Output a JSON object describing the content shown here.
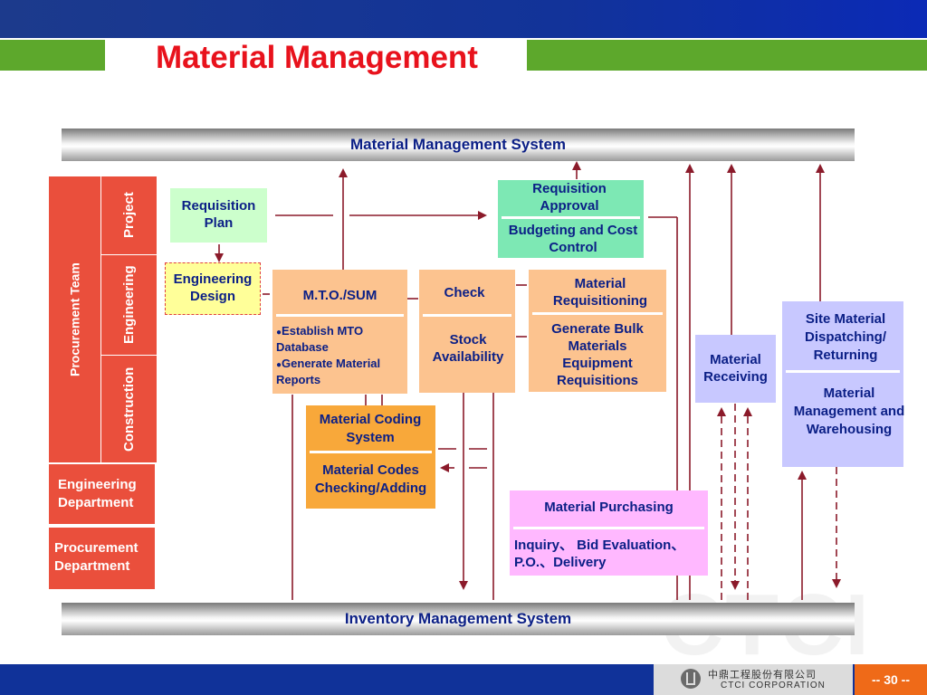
{
  "slide": {
    "title": "Material Management",
    "page_number": "-- 30 --",
    "watermark": "CTCI"
  },
  "bands": {
    "top": "Material Management System",
    "bottom": "Inventory Management System"
  },
  "org": {
    "procurement_team": "Procurement Team",
    "project": "Project",
    "engineering": "Engineering",
    "construction": "Construction",
    "engineering_department": "Engineering Department",
    "procurement_department": "Procurement Department"
  },
  "boxes": {
    "requisition_plan": "Requisition Plan",
    "engineering_design": "Engineering Design",
    "requisition_approval": "Requisition Approval",
    "budgeting_cost_control": "Budgeting and Cost Control",
    "mto_sum": "M.T.O./SUM",
    "establish_mto": "Establish MTO Database",
    "generate_material": "Generate Material Reports",
    "check": "Check",
    "stock_availability": "Stock Availability",
    "material_requisitioning": "Material Requisitioning",
    "generate_bulk": "Generate Bulk Materials Equipment Requisitions",
    "material_receiving": "Material Receiving",
    "site_material": "Site Material Dispatching/ Returning",
    "material_mgmt_warehousing": "Material Management and Warehousing",
    "material_coding": "Material Coding System",
    "material_codes": "Material Codes Checking/Adding",
    "material_purchasing": "Material  Purchasing",
    "inquiry": "Inquiry、 Bid Evaluation、 P.O.、Delivery"
  },
  "footer": {
    "company_cn": "中鼎工程股份有限公司",
    "company_en": "CTCI  CORPORATION"
  },
  "colors": {
    "title_red": "#e8121c",
    "header_blue": "#123399",
    "accent_green": "#5da82c",
    "text_navy": "#0b1f86",
    "line_red": "#8b1a2a"
  }
}
